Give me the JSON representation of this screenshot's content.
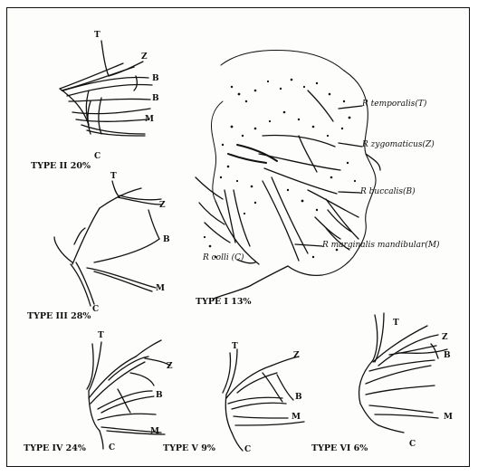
{
  "types": {
    "type1": {
      "caption": "TYPE I 13%"
    },
    "type2": {
      "caption": "TYPE II 20%"
    },
    "type3": {
      "caption": "TYPE III 28%"
    },
    "type4": {
      "caption": "TYPE IV 24%"
    },
    "type5": {
      "caption": "TYPE V 9%"
    },
    "type6": {
      "caption": "TYPE VI 6%"
    }
  },
  "branch_letters": {
    "T": "T",
    "Z": "Z",
    "B": "B",
    "M": "M",
    "C": "C"
  },
  "annotations": {
    "temporalis": "R temporalis(T)",
    "zygomaticus": "R zygomaticus(Z)",
    "buccalis": "R buccalis(B)",
    "marginalis": "R marginalis mandibular(M)",
    "colli": "R colli (C)"
  }
}
